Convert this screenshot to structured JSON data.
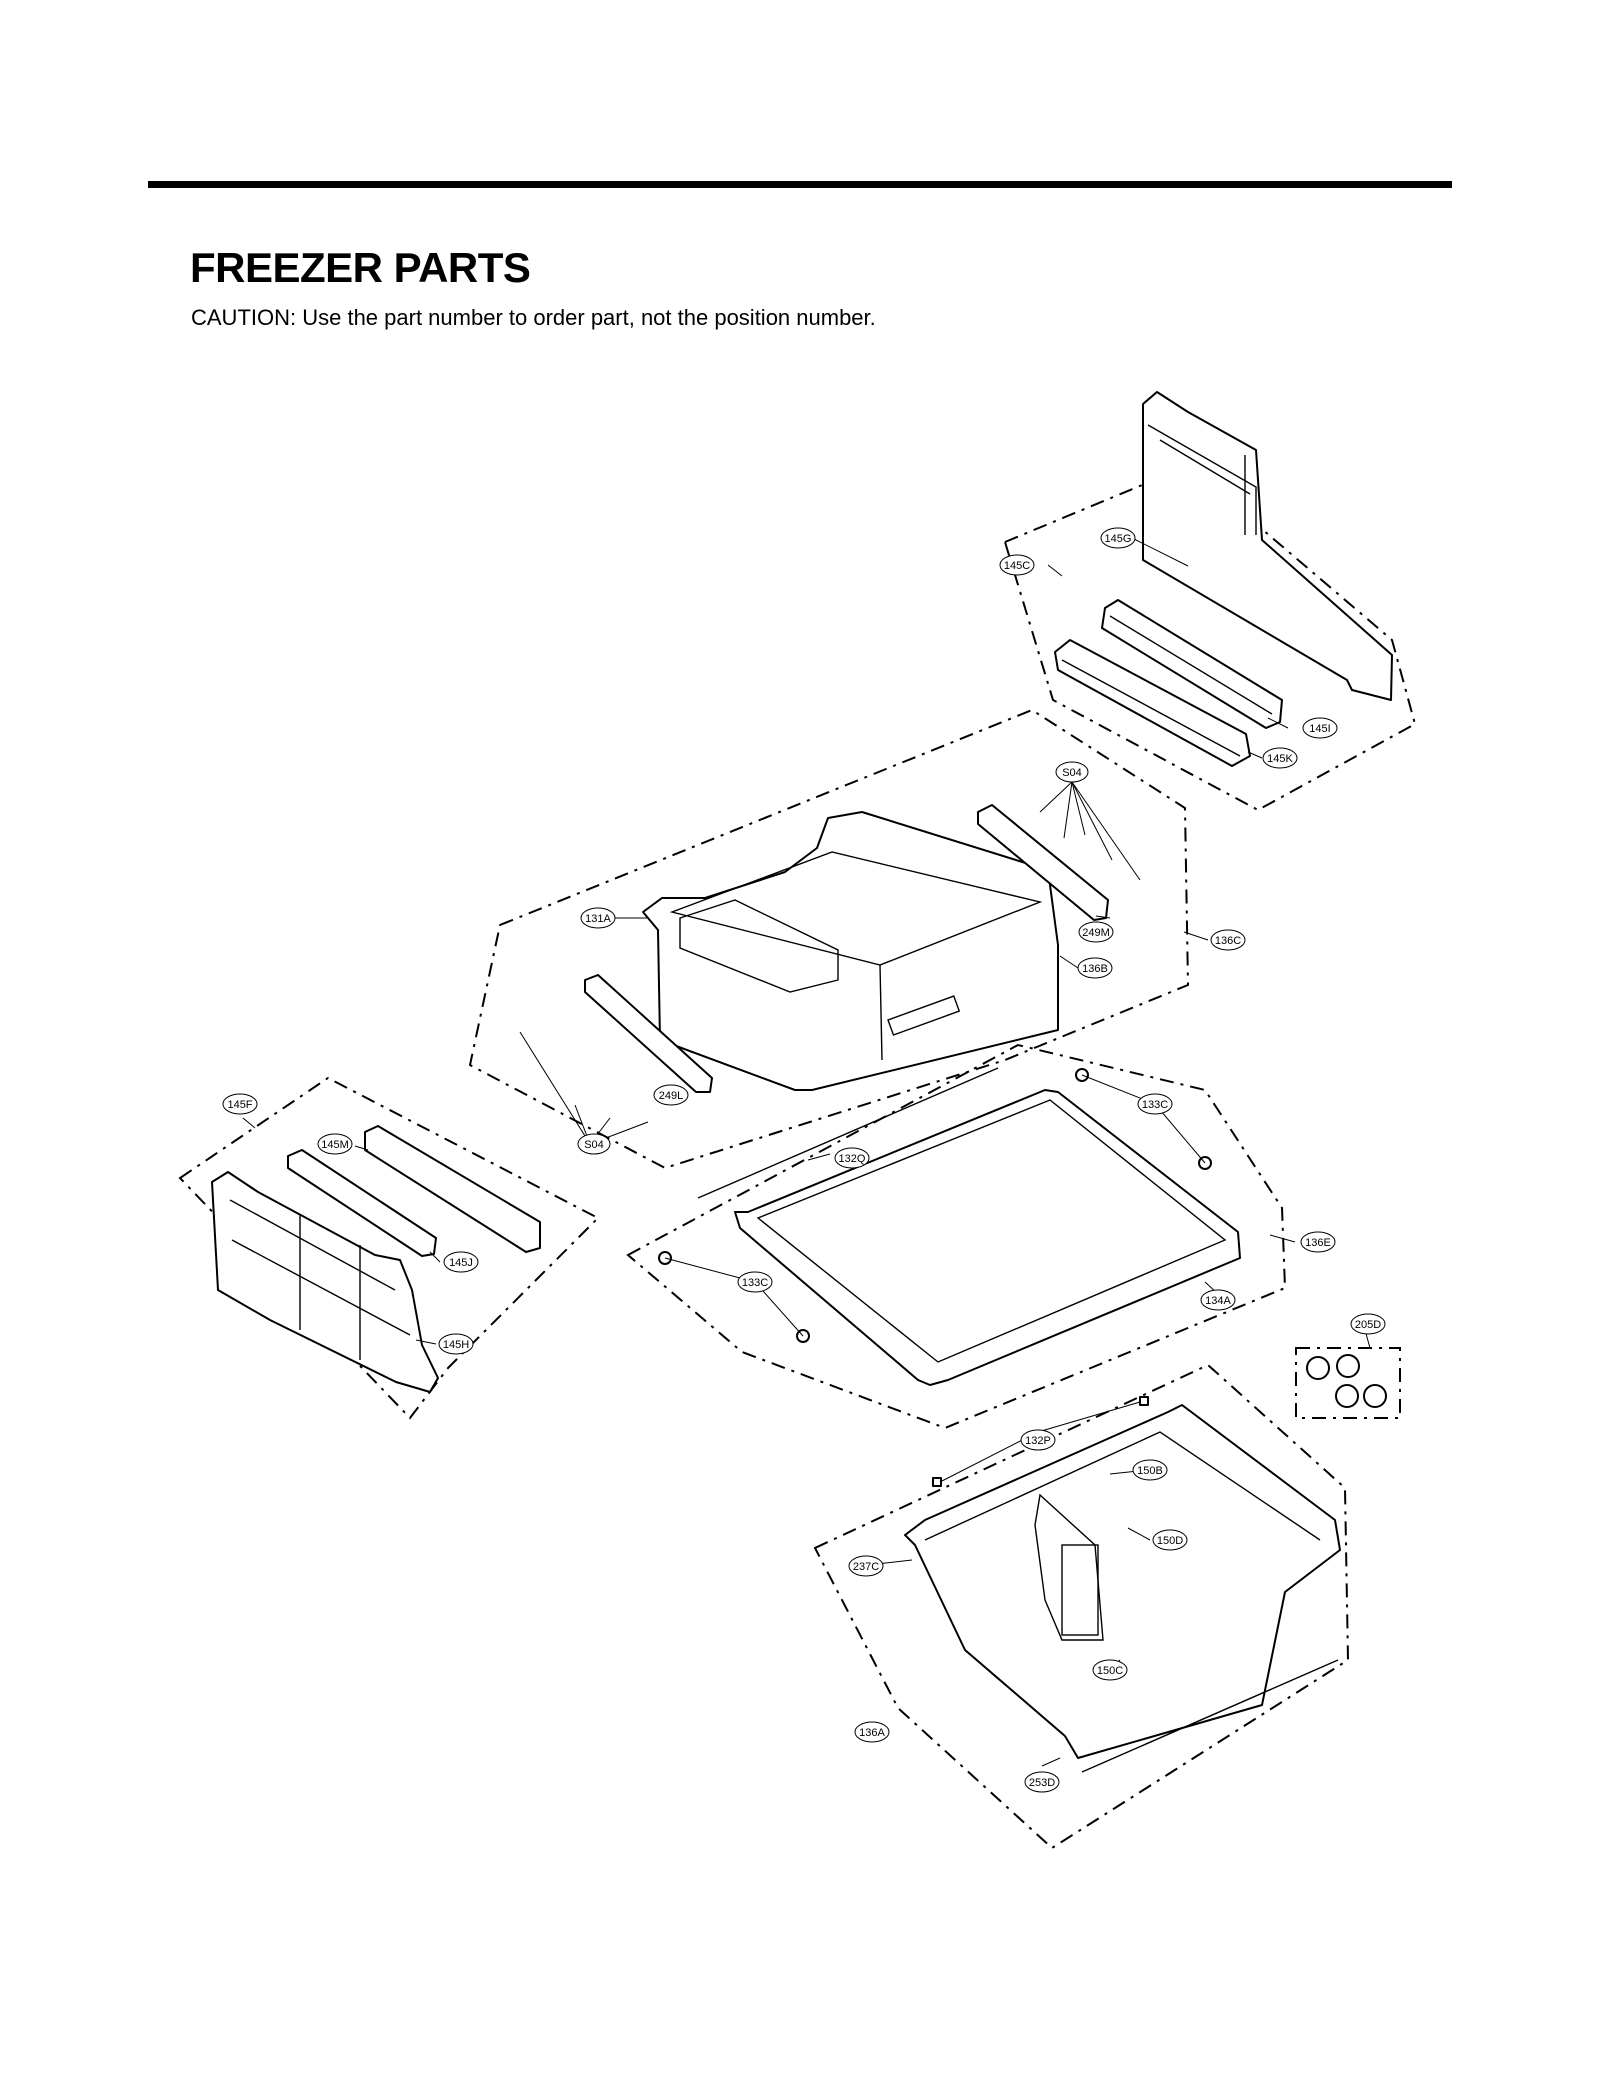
{
  "header": {
    "title": "FREEZER PARTS",
    "caution": "CAUTION: Use the part number to order part, not the position number."
  },
  "callouts": [
    "145G",
    "145C",
    "145I",
    "145K",
    "S04",
    "131A",
    "249M",
    "136C",
    "136B",
    "249L",
    "S04",
    "145F",
    "145M",
    "145J",
    "145H",
    "133C",
    "132Q",
    "136E",
    "133C",
    "134A",
    "205D",
    "132P",
    "150B",
    "150D",
    "237C",
    "150C",
    "136A",
    "253D"
  ]
}
